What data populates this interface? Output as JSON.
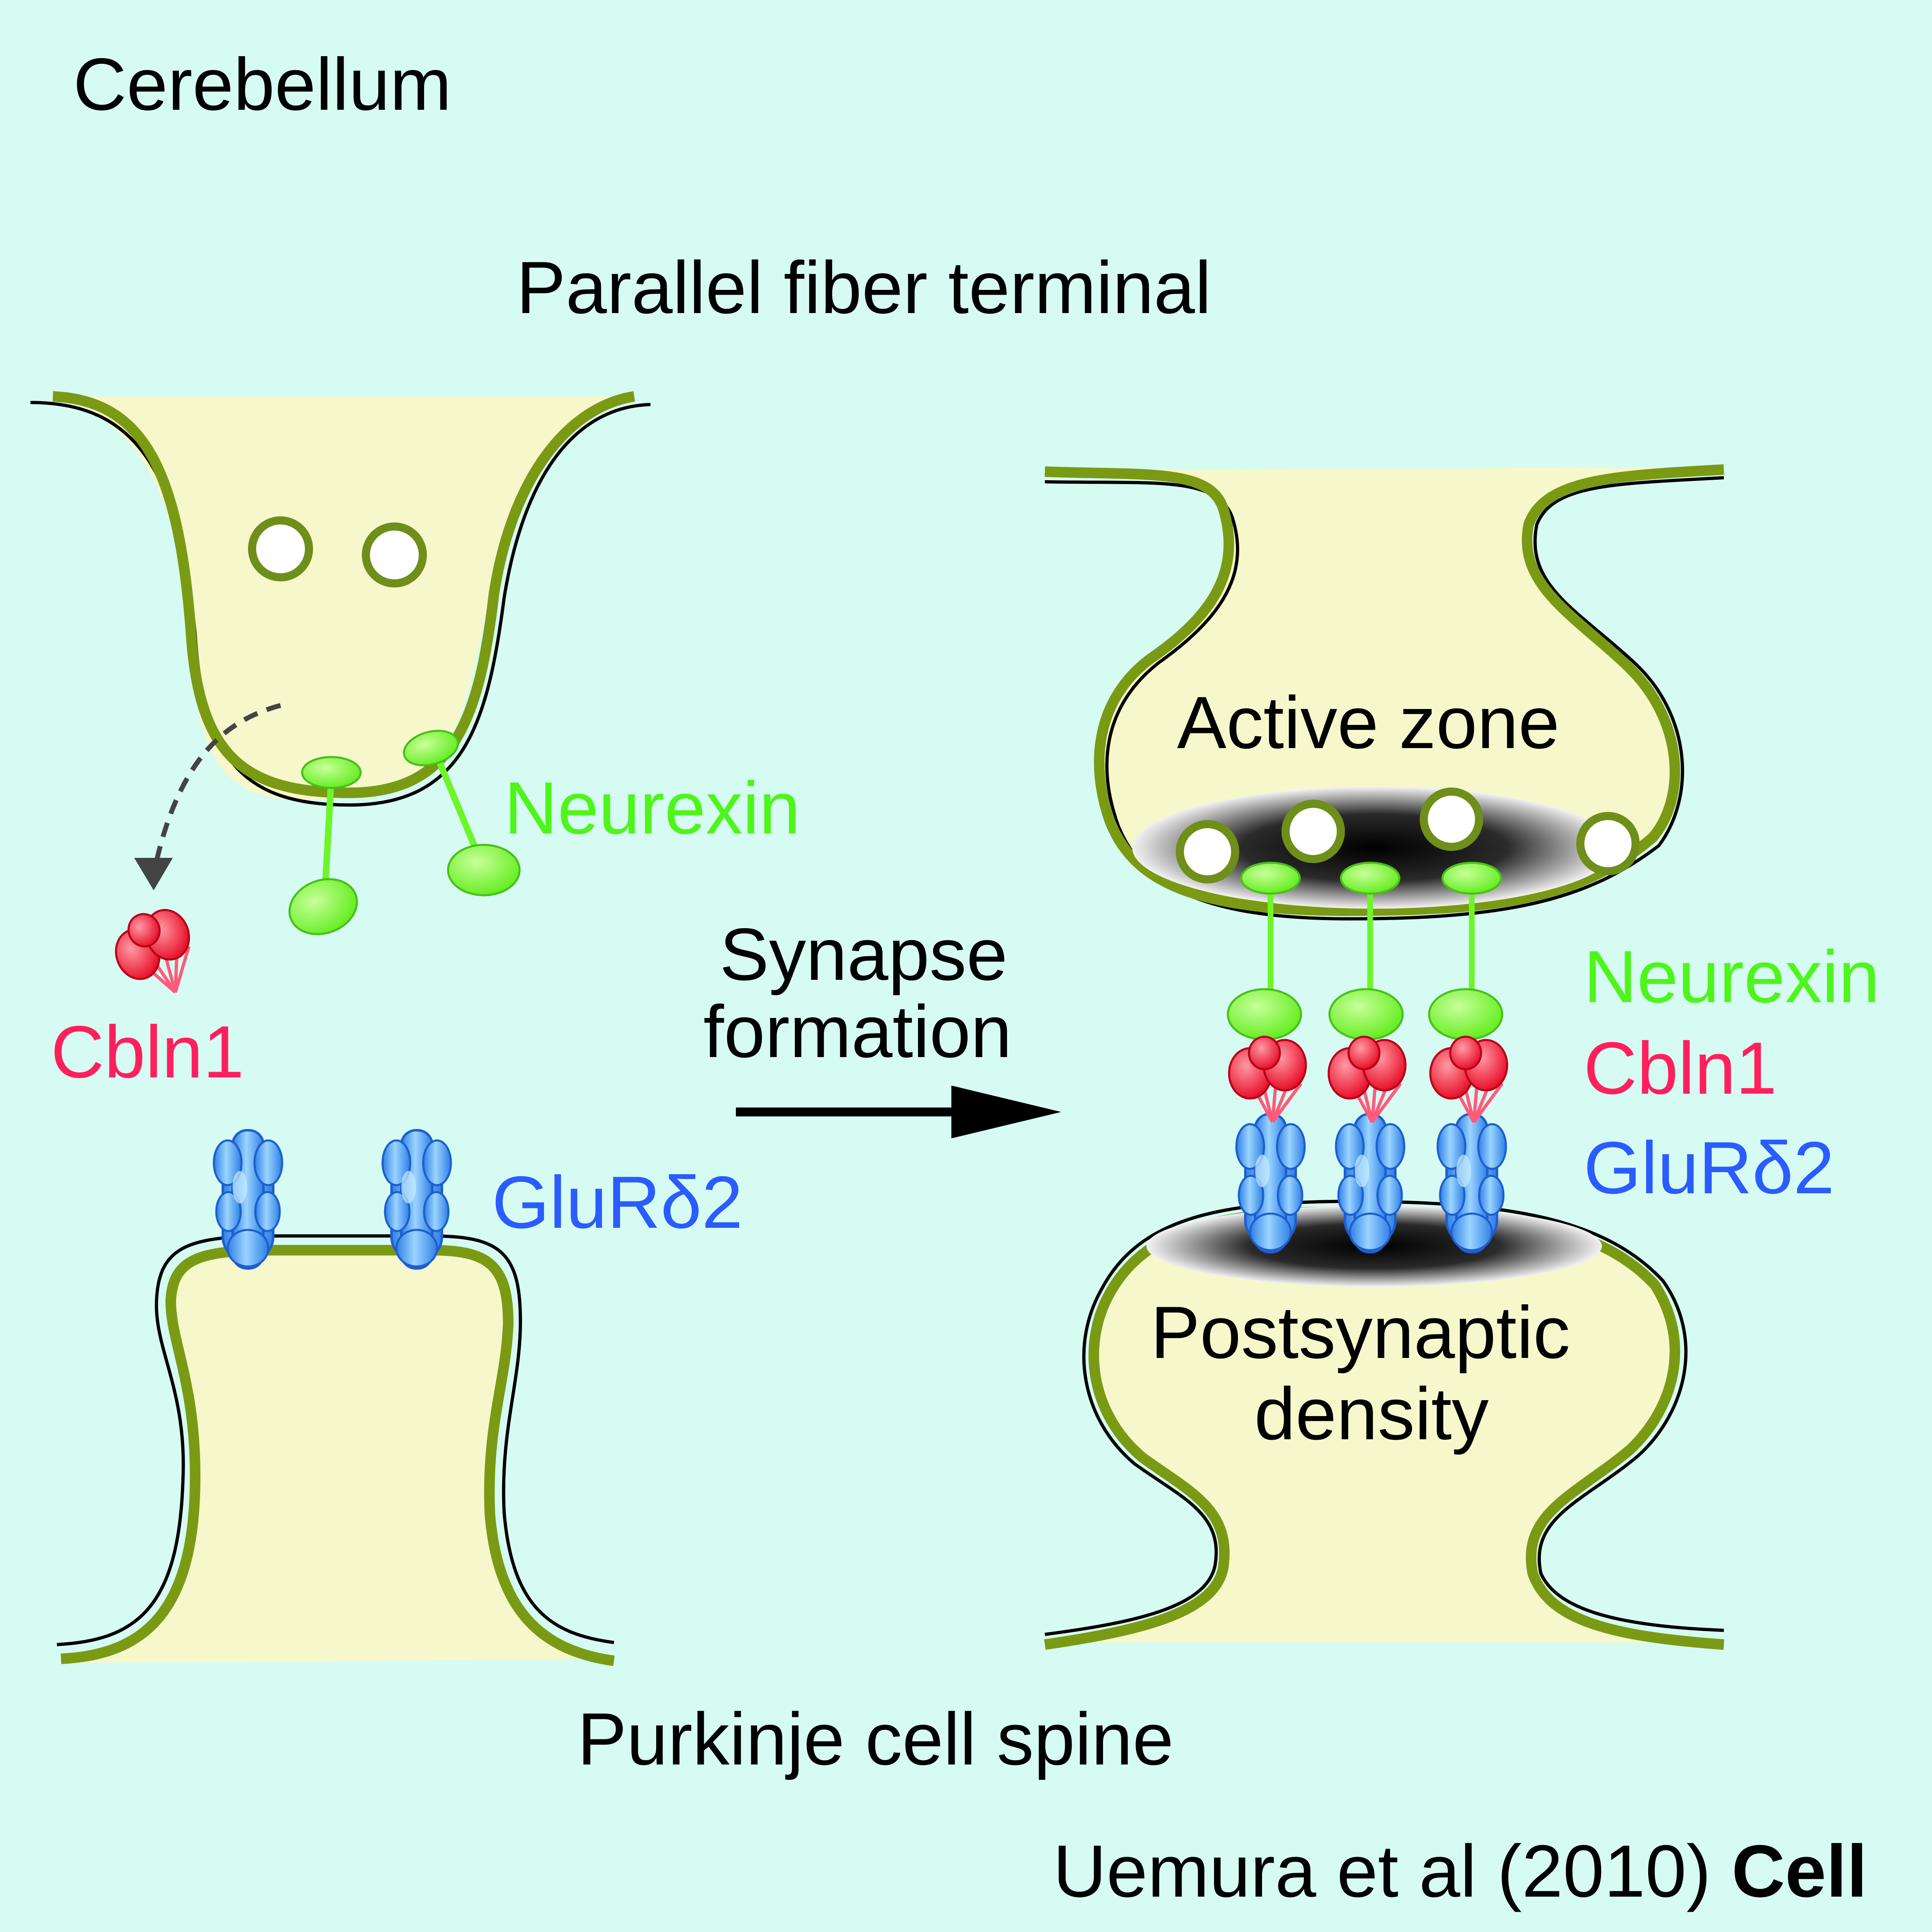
{
  "title": "Cerebellum",
  "labels": {
    "parallel_fiber_terminal": "Parallel fiber terminal",
    "purkinje_cell_spine": "Purkinje cell spine",
    "neurexin_left": "Neurexin",
    "cbln1_left": "Cbln1",
    "glur_left": "GluRδ2",
    "synapse_line1": "Synapse",
    "synapse_line2": "formation",
    "active_zone": "Active zone",
    "neurexin_right": "Neurexin",
    "cbln1_right": "Cbln1",
    "glur_right": "GluRδ2",
    "postsynaptic_line1": "Postsynaptic",
    "postsynaptic_line2": "density"
  },
  "citation": {
    "authors": "Uemura et al (2010) ",
    "journal": "Cell"
  },
  "colors": {
    "background": "#d6fbf3",
    "cytoplasm": "#f7f7cc",
    "membrane": "#7a9a14",
    "neurexin": "#6ef52a",
    "cbln1": "#ff2a4a",
    "glur_delta2": "#4aa6ff",
    "label_green": "#4ef51a",
    "label_red": "#ff1f5c",
    "label_blue": "#2a5cff"
  }
}
